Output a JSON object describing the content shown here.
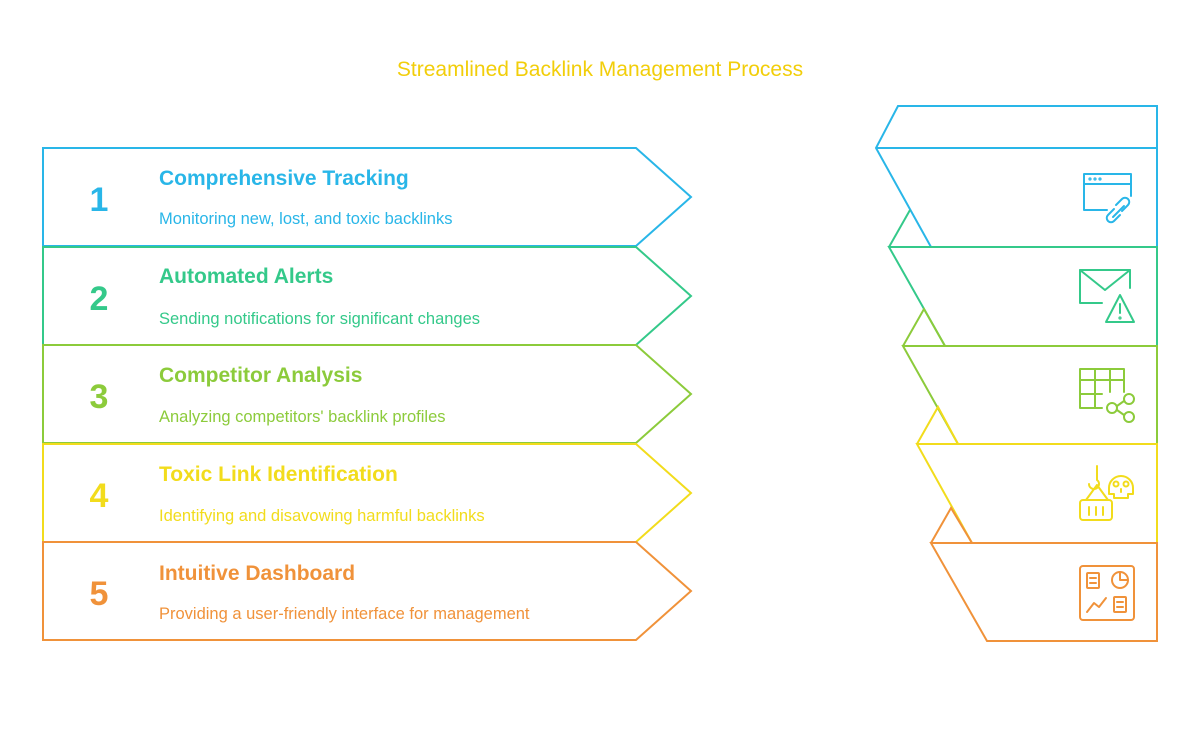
{
  "title": "Streamlined Backlink Management Process",
  "colors": {
    "title": "#F2CE0A",
    "step1": "#29B6E8",
    "step2": "#34C98A",
    "step3": "#8CCB3B",
    "step4": "#F2DC1C",
    "step5": "#F0923A"
  },
  "steps": [
    {
      "number": "1",
      "title": "Comprehensive Tracking",
      "description": "Monitoring new, lost, and toxic backlinks",
      "icon": "browser-link-icon"
    },
    {
      "number": "2",
      "title": "Automated Alerts",
      "description": "Sending notifications for significant changes",
      "icon": "mail-alert-icon"
    },
    {
      "number": "3",
      "title": "Competitor Analysis",
      "description": "Analyzing competitors' backlink profiles",
      "icon": "table-share-icon"
    },
    {
      "number": "4",
      "title": "Toxic Link Identification",
      "description": "Identifying and disavowing harmful backlinks",
      "icon": "skull-hook-icon"
    },
    {
      "number": "5",
      "title": "Intuitive Dashboard",
      "description": "Providing a user-friendly interface for management",
      "icon": "dashboard-icon"
    }
  ]
}
